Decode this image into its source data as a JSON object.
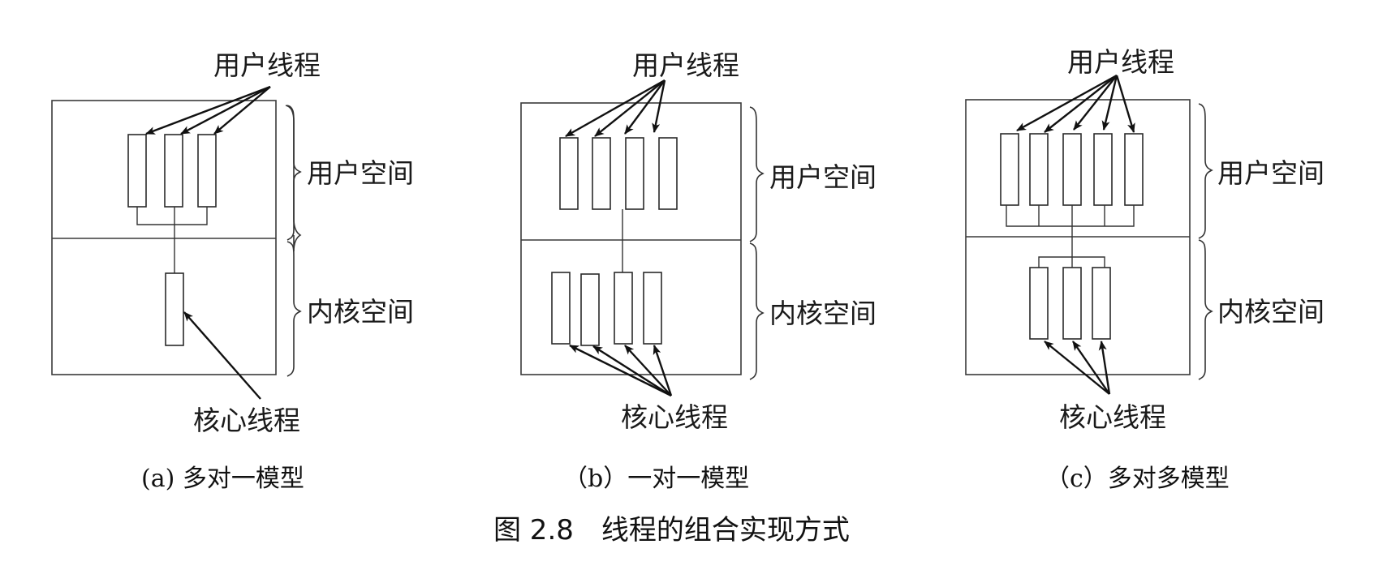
{
  "figure": {
    "title": "图 2.8　线程的组合实现方式",
    "panels": [
      {
        "id": "a",
        "caption": "(a) 多对一模型",
        "user_thread_label": "用户线程",
        "kernel_thread_label": "核心线程",
        "user_space_label": "用户空间",
        "kernel_space_label": "内核空间",
        "user_threads": 3,
        "kernel_threads": 1,
        "mapping": "many-to-one"
      },
      {
        "id": "b",
        "caption": "（b）一对一模型",
        "user_thread_label": "用户线程",
        "kernel_thread_label": "核心线程",
        "user_space_label": "用户空间",
        "kernel_space_label": "内核空间",
        "user_threads": 4,
        "kernel_threads": 4,
        "mapping": "one-to-one"
      },
      {
        "id": "c",
        "caption": "（c）多对多模型",
        "user_thread_label": "用户线程",
        "kernel_thread_label": "核心线程",
        "user_space_label": "用户空间",
        "kernel_space_label": "内核空间",
        "user_threads": 5,
        "kernel_threads": 3,
        "mapping": "many-to-many"
      }
    ]
  },
  "colors": {
    "line": "#333333",
    "background": "#ffffff",
    "text": "#1a1a1a"
  }
}
